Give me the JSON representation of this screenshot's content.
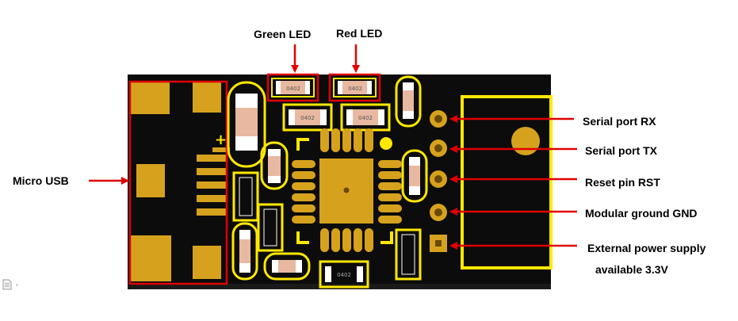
{
  "labels": {
    "green_led": "Green LED",
    "red_led": "Red LED",
    "micro_usb": "Micro USB",
    "serial_rx": "Serial port RX",
    "serial_tx": "Serial port TX",
    "reset_pin": "Reset pin RST",
    "ground": "Modular ground GND",
    "power_line1": "External power supply",
    "power_line2": "available 3.3V"
  },
  "component_marks": {
    "led_code": "0402",
    "resistor_code": "0402"
  },
  "colors": {
    "board": "#0c0c0c",
    "pad": "#d6a21e",
    "highlight": "#ffe800",
    "callout": "#e00000",
    "component": "#e8b9a0"
  },
  "icons": {
    "page_icon": "document-icon"
  }
}
